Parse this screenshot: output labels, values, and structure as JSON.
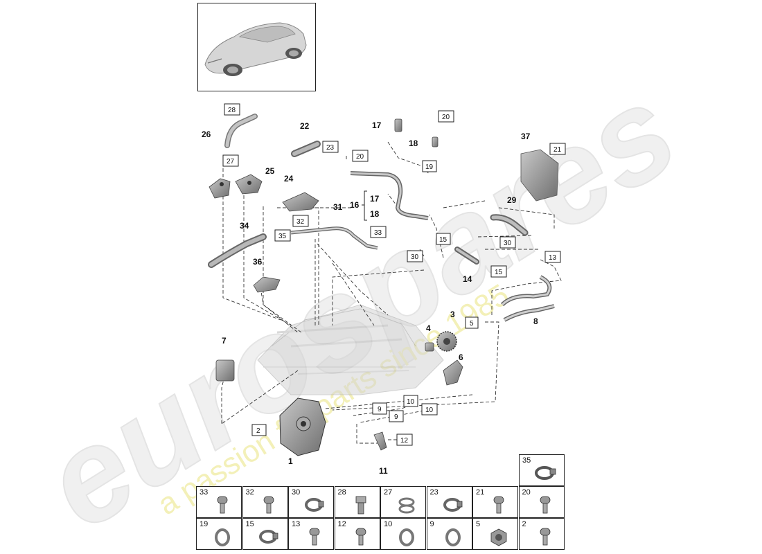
{
  "labels": {
    "l1": "1",
    "l3": "3",
    "l4": "4",
    "l6": "6",
    "l7": "7",
    "l8": "8",
    "l11": "11",
    "l14": "14",
    "l16": "16",
    "l17a": "17",
    "l17b": "17",
    "l18a": "18",
    "l18b": "18",
    "l22": "22",
    "l24": "24",
    "l25": "25",
    "l26": "26",
    "l29": "29",
    "l31": "31",
    "l34": "34",
    "l36": "36",
    "l37": "37"
  },
  "boxes": {
    "b2": "2",
    "b5": "5",
    "b9a": "9",
    "b9b": "9",
    "b10a": "10",
    "b10b": "10",
    "b12": "12",
    "b13": "13",
    "b15a": "15",
    "b15b": "15",
    "b19": "19",
    "b20a": "20",
    "b20b": "20",
    "b21": "21",
    "b23": "23",
    "b27": "27",
    "b28": "28",
    "b30a": "30",
    "b30b": "30",
    "b32": "32",
    "b33": "33",
    "b35": "35"
  },
  "grid": {
    "top_row": [
      "33",
      "32",
      "30",
      "28",
      "27",
      "23",
      "21",
      "20"
    ],
    "bottom_row": [
      "19",
      "15",
      "13",
      "12",
      "10",
      "9",
      "5",
      "2"
    ],
    "extra": "35"
  },
  "watermark": {
    "brand": "eurospares",
    "tagline": "a passion for parts since 1985"
  },
  "colors": {
    "line": "#222222",
    "part_gray": "#9a9a9a",
    "watermark_gray": "#e9e9e9",
    "watermark_yellow": "#f3f0b8"
  }
}
